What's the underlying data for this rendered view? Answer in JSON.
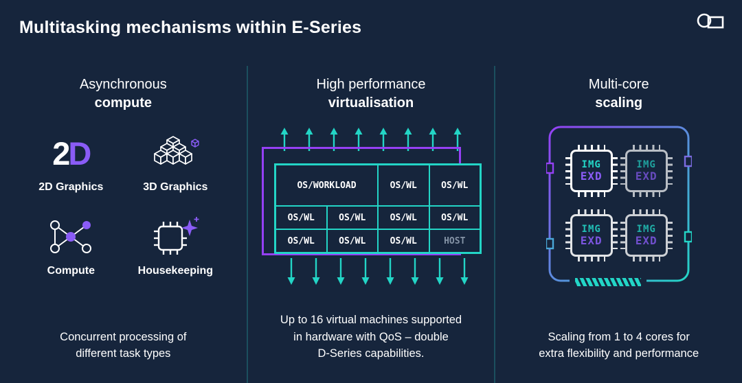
{
  "title": "Multitasking mechanisms within E-Series",
  "brand": {
    "logo_icon": "circle-square-logo-icon"
  },
  "colors": {
    "background": "#16253c",
    "teal": "#23d5c6",
    "purple": "#8a5cf6",
    "violet_frame": "#9540f5",
    "host_grey": "#8493a6",
    "text": "#ffffff",
    "divider": "#1b4f5e"
  },
  "columns": {
    "async": {
      "heading_line1": "Asynchronous",
      "heading_line2": "compute",
      "logo_2d": {
        "char_2": "2",
        "char_d": "D"
      },
      "items": [
        {
          "label": "2D Graphics",
          "icon": "2d-logo-icon"
        },
        {
          "label": "3D Graphics",
          "icon": "3d-cubes-icon"
        },
        {
          "label": "Compute",
          "icon": "network-graph-icon"
        },
        {
          "label": "Housekeeping",
          "icon": "chip-sparkle-icon"
        }
      ],
      "caption": "Concurrent processing of\ndifferent task types"
    },
    "virtualisation": {
      "heading_line1": "High performance",
      "heading_line2": "virtualisation",
      "grid_rows": [
        [
          "OS/WORKLOAD",
          "OS/WL",
          "OS/WL"
        ],
        [
          "OS/WL",
          "OS/WL",
          "OS/WL",
          "OS/WL"
        ],
        [
          "OS/WL",
          "OS/WL",
          "OS/WL",
          "HOST"
        ]
      ],
      "caption": "Up to 16 virtual machines supported\nin hardware with QoS – double\nD-Series capabilities."
    },
    "scaling": {
      "heading_line1": "Multi-core",
      "heading_line2": "scaling",
      "core_label_line1": "IMG",
      "core_label_line2": "EXD",
      "caption": "Scaling from 1 to 4 cores for\nextra flexibility and performance"
    }
  }
}
